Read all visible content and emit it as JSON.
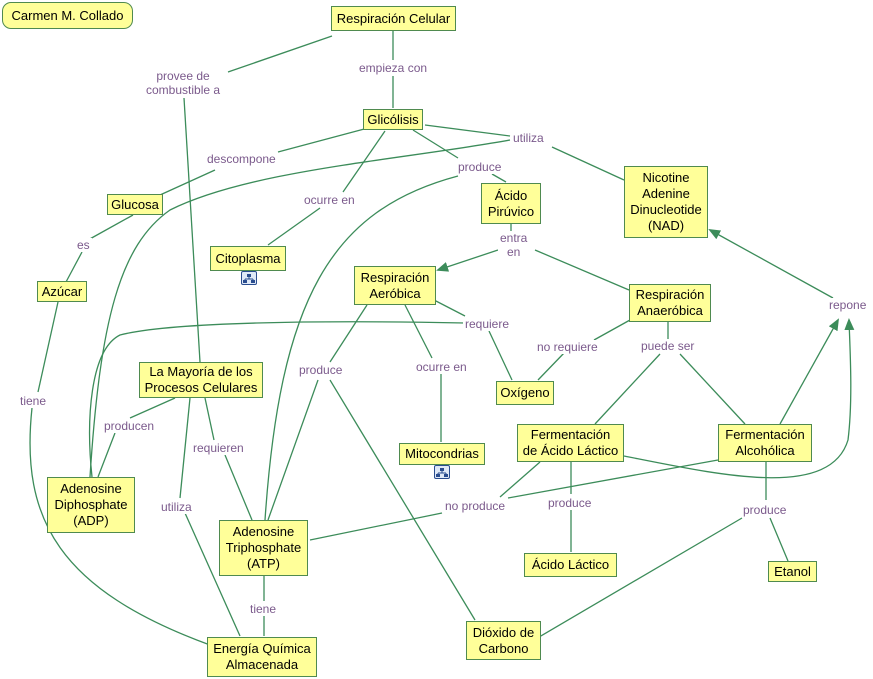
{
  "author": "Carmen M. Collado",
  "colors": {
    "node_fill": "#ffff99",
    "node_border": "#4f8a4f",
    "link": "#3c8c5a",
    "label": "#7b5a8c"
  },
  "nodes": {
    "respiracion_celular": "Respiración Celular",
    "glicolisis": "Glicólisis",
    "glucosa": "Glucosa",
    "azucar": "Azúcar",
    "citoplasma": "Citoplasma",
    "acido_piruvico": "Ácido\nPirúvico",
    "nad": "Nicotine\nAdenine\nDinucleotide\n(NAD)",
    "resp_aerobica": "Respiración\nAeróbica",
    "resp_anaerobica": "Respiración\nAnaeróbica",
    "mayoria": "La Mayoría de los\nProcesos Celulares",
    "oxigeno": "Oxígeno",
    "mitocondrias": "Mitocondrias",
    "ferm_lactico": "Fermentación\nde Ácido Láctico",
    "ferm_alcoholica": "Fermentación\nAlcohólica",
    "adp": "Adenosine\nDiphosphate\n(ADP)",
    "atp": "Adenosine\nTriphosphate\n(ATP)",
    "acido_lactico": "Ácido Láctico",
    "etanol": "Etanol",
    "dioxido": "Dióxido de\nCarbono",
    "energia": "Energía Química\nAlmacenada"
  },
  "labels": {
    "empieza_con": "empieza con",
    "provee": "provee de\ncombustible a",
    "utiliza_top": "utiliza",
    "descompone": "descompone",
    "produce_glic": "produce",
    "ocurre_en_1": "ocurre en",
    "es": "es",
    "entra_en": "entra\nen",
    "requiere": "requiere",
    "no_requiere": "no requiere",
    "puede_ser": "puede ser",
    "repone": "repone",
    "produce_aer": "produce",
    "ocurre_en_2": "ocurre en",
    "tiene_1": "tiene",
    "producen": "producen",
    "requieren": "requieren",
    "utiliza_2": "utiliza",
    "no_produce": "no produce",
    "produce_lact": "produce",
    "produce_alc": "produce",
    "tiene_2": "tiene"
  },
  "icons": [
    "resource-icon",
    "resource-icon"
  ]
}
